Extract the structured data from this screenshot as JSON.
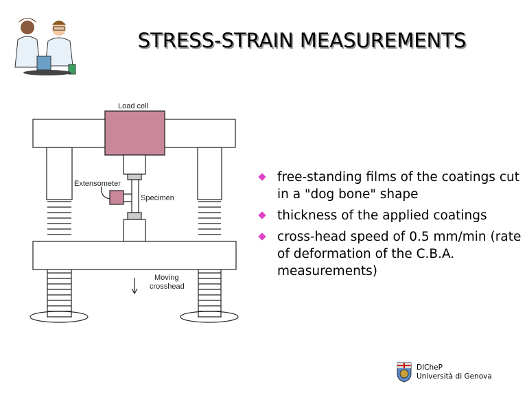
{
  "title": "STRESS-STRAIN MEASUREMENTS",
  "bullets": [
    "free-standing films of the coatings cut in a \"dog bone\" shape",
    "thickness of the applied coatings",
    "cross-head speed of 0.5 mm/min (rate of deformation of the C.B.A. measurements)"
  ],
  "diagram": {
    "load_cell": "Load cell",
    "extensometer": "Extensometer",
    "specimen": "Specimen",
    "moving_crosshead_1": "Moving",
    "moving_crosshead_2": "crosshead"
  },
  "footer": {
    "dept": "DICheP",
    "university": "Università di Genova"
  },
  "colors": {
    "bullet": "#e040c8",
    "load_cell": "#c8889a"
  }
}
